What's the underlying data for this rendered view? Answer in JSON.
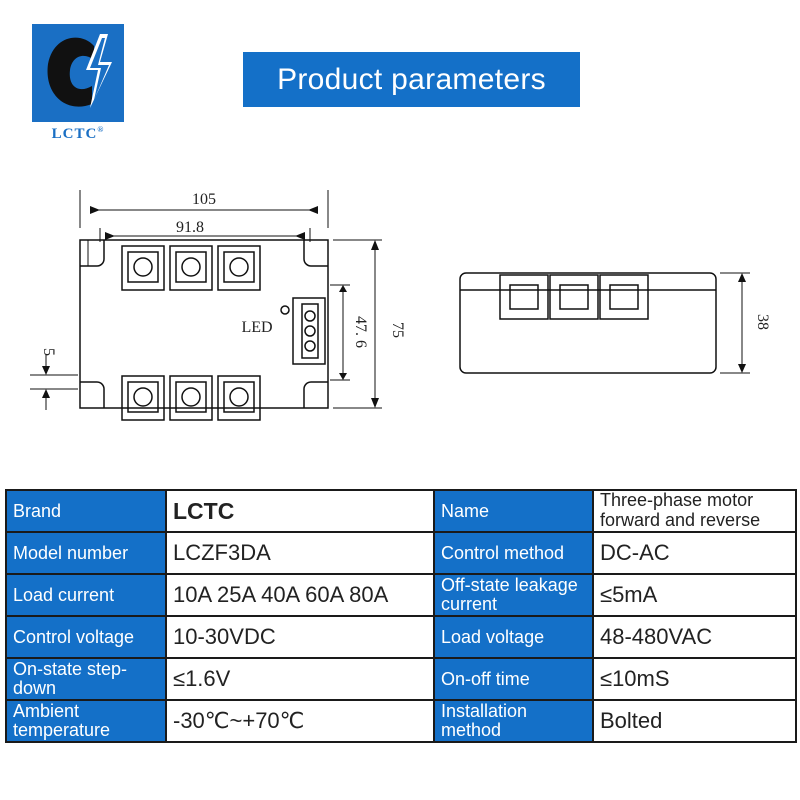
{
  "logo": {
    "text": "LCTC",
    "registered": "®",
    "icon": "lctc-bolt-logo-icon",
    "color": "#1a6fc4"
  },
  "title": "Product parameters",
  "drawing": {
    "front": {
      "width": "105",
      "mount_span": "91.8",
      "height": "75",
      "terminal_span": "47. 6",
      "slot": "5",
      "led_label": "LED"
    },
    "side": {
      "height": "38"
    }
  },
  "table": [
    {
      "l1": "Brand",
      "v1": "LCTC",
      "l2": "Name",
      "v2": "Three-phase motor forward and reverse"
    },
    {
      "l1": "Model number",
      "v1": "LCZF3DA",
      "l2": "Control method",
      "v2": "DC-AC"
    },
    {
      "l1": "Load current",
      "v1": "10A 25A 40A 60A 80A",
      "l2": "Off-state leakage current",
      "v2": "≤5mA"
    },
    {
      "l1": "Control voltage",
      "v1": "10-30VDC",
      "l2": "Load voltage",
      "v2": "48-480VAC"
    },
    {
      "l1": "On-state step-down",
      "v1": "≤1.6V",
      "l2": "On-off time",
      "v2": "≤10mS"
    },
    {
      "l1": "Ambient temperature",
      "v1": "-30℃~+70℃",
      "l2": "Installation method",
      "v2": "Bolted"
    }
  ],
  "colors": {
    "header_blue": "#1470c8",
    "border": "#1a1a1a"
  }
}
